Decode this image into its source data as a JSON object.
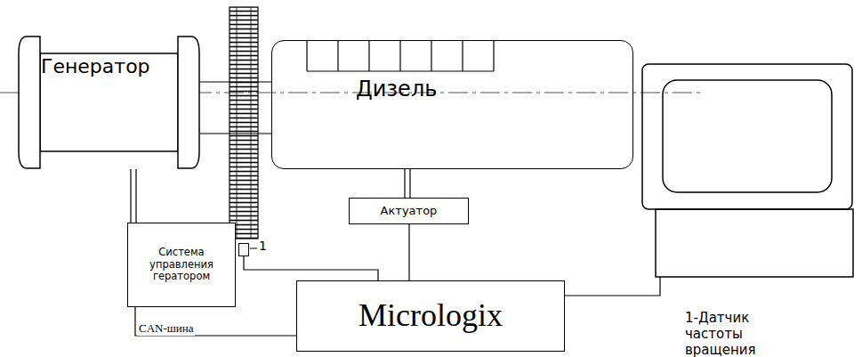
{
  "diagram": {
    "nodes": [
      {
        "text": [
          "Генератор"
        ]
      },
      {
        "text": [
          "Дизель"
        ]
      },
      {
        "text": [
          "Система управления гератором"
        ]
      },
      {
        "text": [
          "1"
        ]
      },
      {
        "text": [
          "Актуатор"
        ]
      },
      {
        "text": [
          "Micrologix"
        ]
      }
    ],
    "edges": [
      {
        "from": 0,
        "to": 2,
        "arrow": "none"
      },
      {
        "from": 2,
        "to": 5,
        "label": "CAN-шина",
        "arrow": "none"
      },
      {
        "from": 3,
        "to": 5,
        "arrow": "none"
      },
      {
        "from": 1,
        "to": 4,
        "arrow": "none"
      },
      {
        "from": 4,
        "to": 5,
        "arrow": "none"
      }
    ],
    "labels": [
      "1-Датчик частоты вращения"
    ]
  }
}
